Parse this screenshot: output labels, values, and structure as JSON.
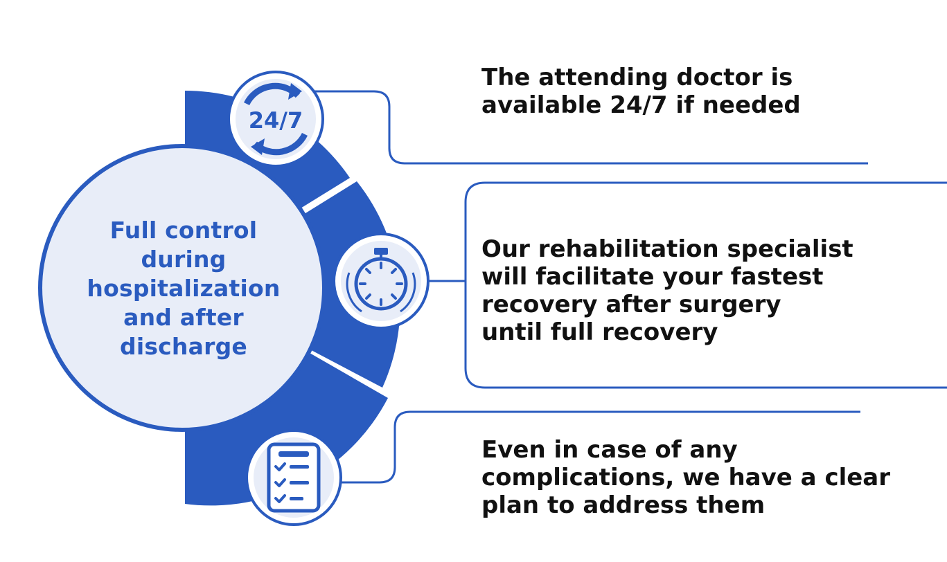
{
  "colors": {
    "primary": "#2a5bbf",
    "circle_fill": "#e8edf8",
    "text": "#111111",
    "background": "#ffffff"
  },
  "center": {
    "lines": [
      "Full control",
      "during",
      "hospitalization",
      "and after",
      "discharge"
    ]
  },
  "items": [
    {
      "icon": "clock-24-7-icon",
      "icon_label": "24/7",
      "lines": [
        "The attending doctor is",
        "available 24/7 if needed"
      ]
    },
    {
      "icon": "stopwatch-icon",
      "lines": [
        "Our rehabilitation specialist",
        "will facilitate your fastest",
        "recovery after surgery",
        "until full recovery"
      ]
    },
    {
      "icon": "checklist-icon",
      "lines": [
        "Even in case of any",
        "complications, we have a clear",
        "plan to address them"
      ]
    }
  ]
}
